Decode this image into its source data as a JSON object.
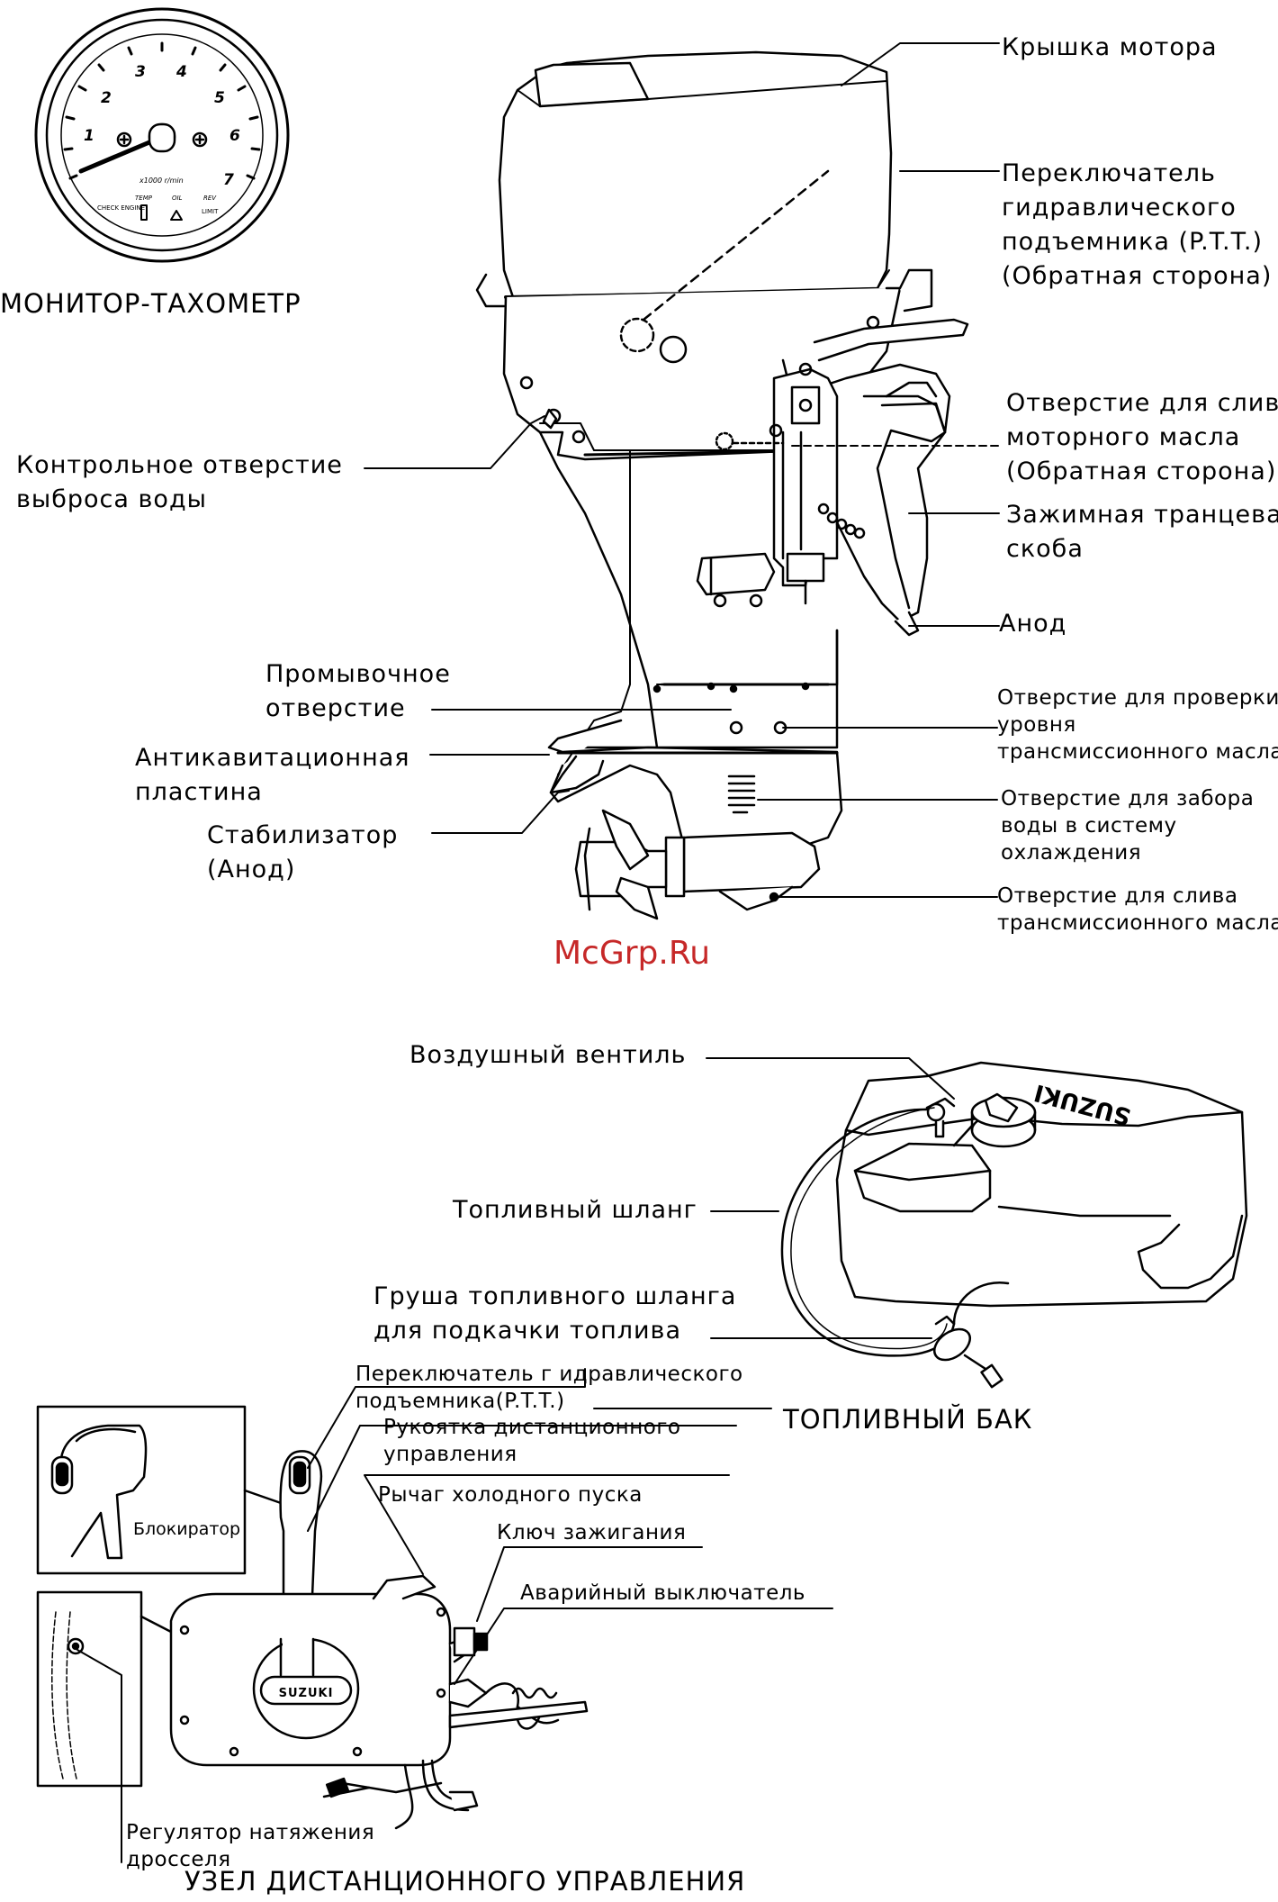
{
  "tachometer": {
    "title": "МОНИТОР-ТАХОМЕТР",
    "dial": [
      "1",
      "2",
      "3",
      "4",
      "5",
      "6",
      "7"
    ],
    "unit": "x1000 r/min",
    "check_engine": "CHECK ENGINE",
    "temp": "TEMP",
    "oil": "OIL",
    "rev": "REV",
    "limit": "LIMIT"
  },
  "motor_labels": {
    "cover": "Крышка мотора",
    "ptt_switch": "Переключатель\nгидравлического\nподъемника (P.T.T.)\n(Обратная сторона)",
    "oil_drain": "Отверстие для слива\nмоторного масла\n(Обратная сторона)",
    "clamp": "Зажимная транцевая\nскоба",
    "anode": "Анод",
    "water_check": "Контрольное отверстие\nвыброса воды",
    "flush": "Промывочное\nотверстие",
    "anticav": "Антикавитационная\nпластина",
    "stabilizer": "Стабилизатор\n(Анод)",
    "gear_level": "Отверстие для проверки\nуровня\nтрансмиссионного масла",
    "water_intake": "Отверстие для забора\nводы в системy\nохлаждения",
    "gear_drain": "Отверстие для слива\nтрансмиссионного масла"
  },
  "watermark": "McGrp.Ru",
  "fuel_tank": {
    "air_valve": "Воздушный вентиль",
    "hose": "Топливный шланг",
    "bulb": "Груша топливного шланга\nдля подкачки топлива",
    "title": "ТОПЛИВНЫЙ БАК",
    "brand": "SUZUKI"
  },
  "remote": {
    "ptt": "Переключатель г идравлического\nподъемника(P.T.T.)",
    "handle": "Рукоятка дистанционного\nуправления",
    "choke": "Рычаг холодного пуска",
    "key": "Ключ зажигания",
    "stop": "Аварийный выключатель",
    "lock": "Блокиратор",
    "throttle": "Регулятор натяжения\nдросселя",
    "brand": "SUZUKI",
    "title": "УЗЕЛ ДИСТАНЦИОННОГО УПРАВЛЕНИЯ"
  }
}
